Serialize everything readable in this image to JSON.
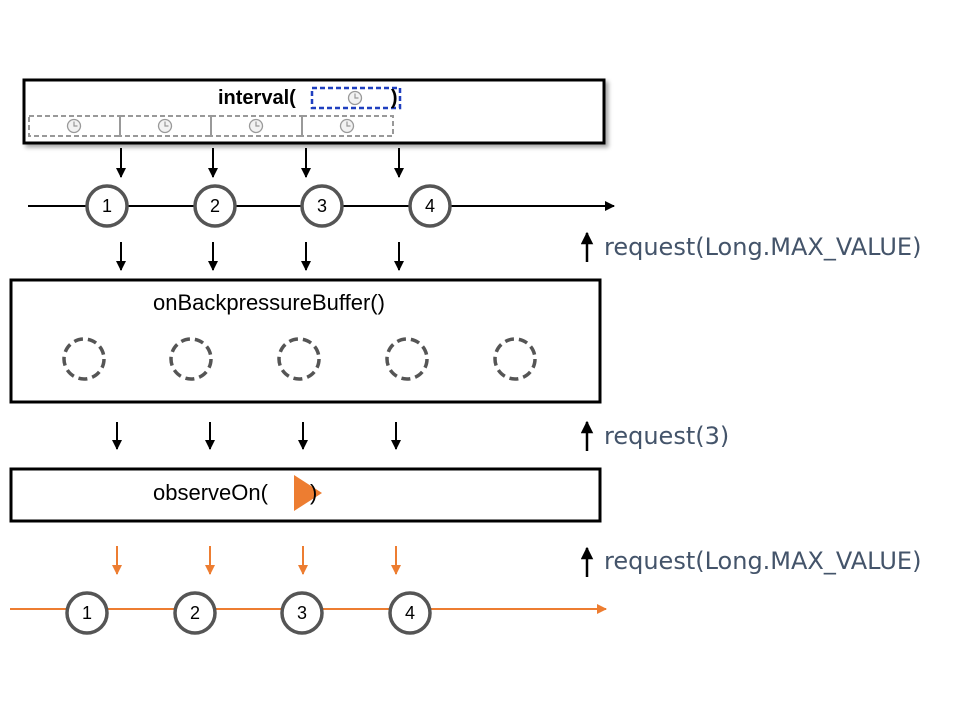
{
  "interval": {
    "label_open": "interval(",
    "label_close": ")"
  },
  "source_marbles": [
    "1",
    "2",
    "3",
    "4"
  ],
  "buffer": {
    "label": "onBackpressureBuffer()"
  },
  "observe_on": {
    "label_open": "observeOn(",
    "label_close": ")"
  },
  "output_marbles": [
    "1",
    "2",
    "3",
    "4"
  ],
  "requests": [
    {
      "label": "request(Long.MAX_VALUE)"
    },
    {
      "label": "request(3)"
    },
    {
      "label": "request(Long.MAX_VALUE)"
    }
  ],
  "colors": {
    "stroke": "#000000",
    "marble_border": "#555555",
    "clock": "#999999",
    "dashed_box": "#999999",
    "selected_box": "#1F3FBF",
    "accent": "#ED7D31",
    "request_text": "#44546A"
  },
  "icons": {
    "clock": "clock-icon",
    "play": "play-icon",
    "arrow_up": "arrow-up-icon"
  }
}
